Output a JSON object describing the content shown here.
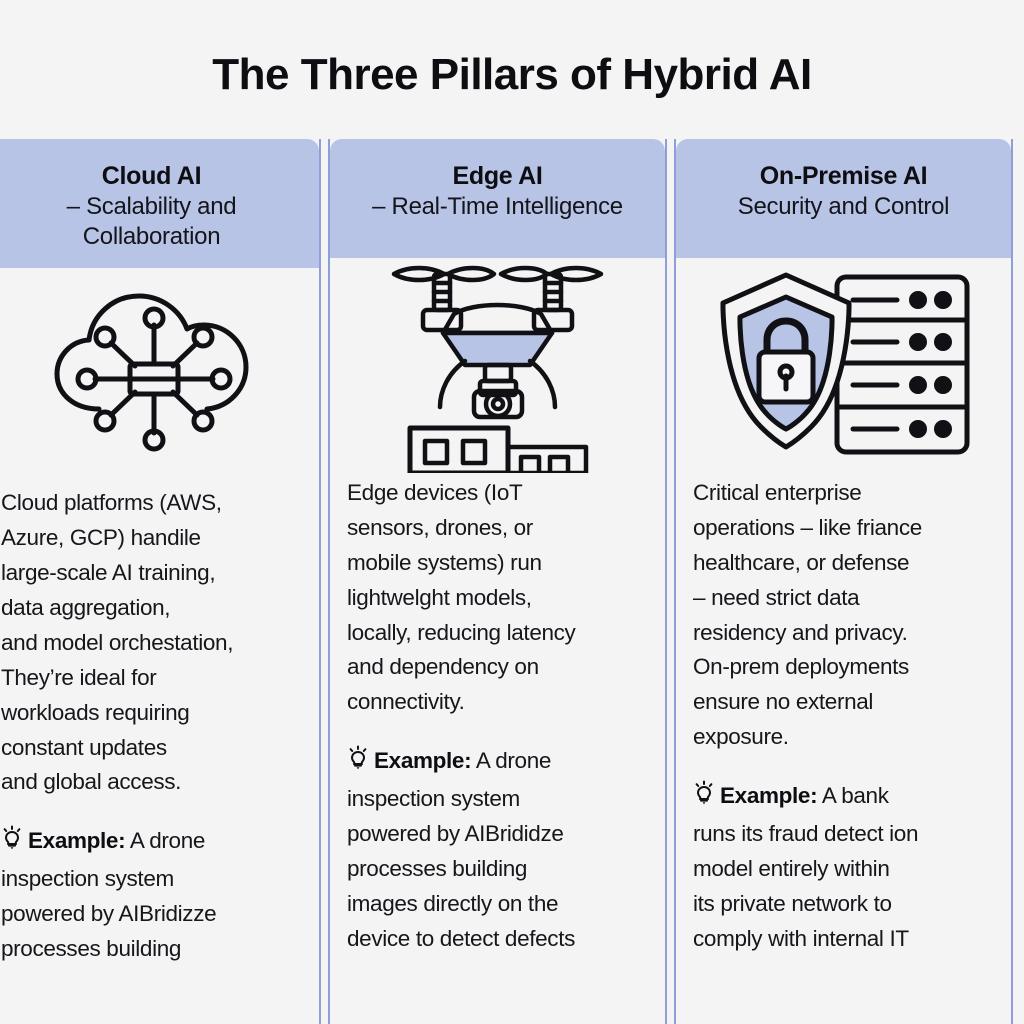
{
  "title": "The Three Pillars of Hybrid AI",
  "theme": {
    "page_background": "#f4f4f4",
    "header_band": "#b7c4e6",
    "divider": "#8e9ed8",
    "accent_fill": "#b7c4e6",
    "outline": "#111115",
    "text": "#16161b"
  },
  "columns": [
    {
      "id": "cloud-ai",
      "title": "Cloud AI",
      "subtitle": "– Scalability and\nCollaboration",
      "icon": "cloud-network-icon",
      "body": "Cloud platforms (AWS,\nAzure, GCP) handile\nlarge-scale AI training,\ndata aggregation,\nand model orchestation,\nThey’re ideal for\nworkloads requiring\nconstant updates\nand global access.",
      "example_icon": "lightbulb-icon",
      "example_label": "Example:",
      "example_text": " A drone\ninspection system\npowered by AIBridizze\nprocesses building"
    },
    {
      "id": "edge-ai",
      "title": "Edge AI",
      "subtitle": "– Real-Time\nIntelligence",
      "icon": "drone-building-icon",
      "body": "Edge devices (IoT\nsensors, drones, or\nmobile systems) run\nlightwelght models,\nlocally, reducing latency\nand dependency on\nconnectivity.",
      "example_icon": "lightbulb-icon",
      "example_label": "Example:",
      "example_text": " A drone\ninspection system\npowered by AIBrididze\nprocesses building\nimages directly on the\ndevice to detect defects"
    },
    {
      "id": "on-premise-ai",
      "title": "On-Premise AI",
      "subtitle": "Security and\nControl",
      "icon": "shield-lock-server-icon",
      "body": "Critical enterprise\noperations – like friance\nhealthcare, or defense\n– need strict data\nresidency and privacy.\nOn-prem deployments\nensure no external\nexposure.",
      "example_icon": "lightbulb-icon",
      "example_label": "Example:",
      "example_text": " A bank\nruns its fraud detect ion\nmodel entirely within\nits private network to\ncomply with internal IT"
    }
  ]
}
